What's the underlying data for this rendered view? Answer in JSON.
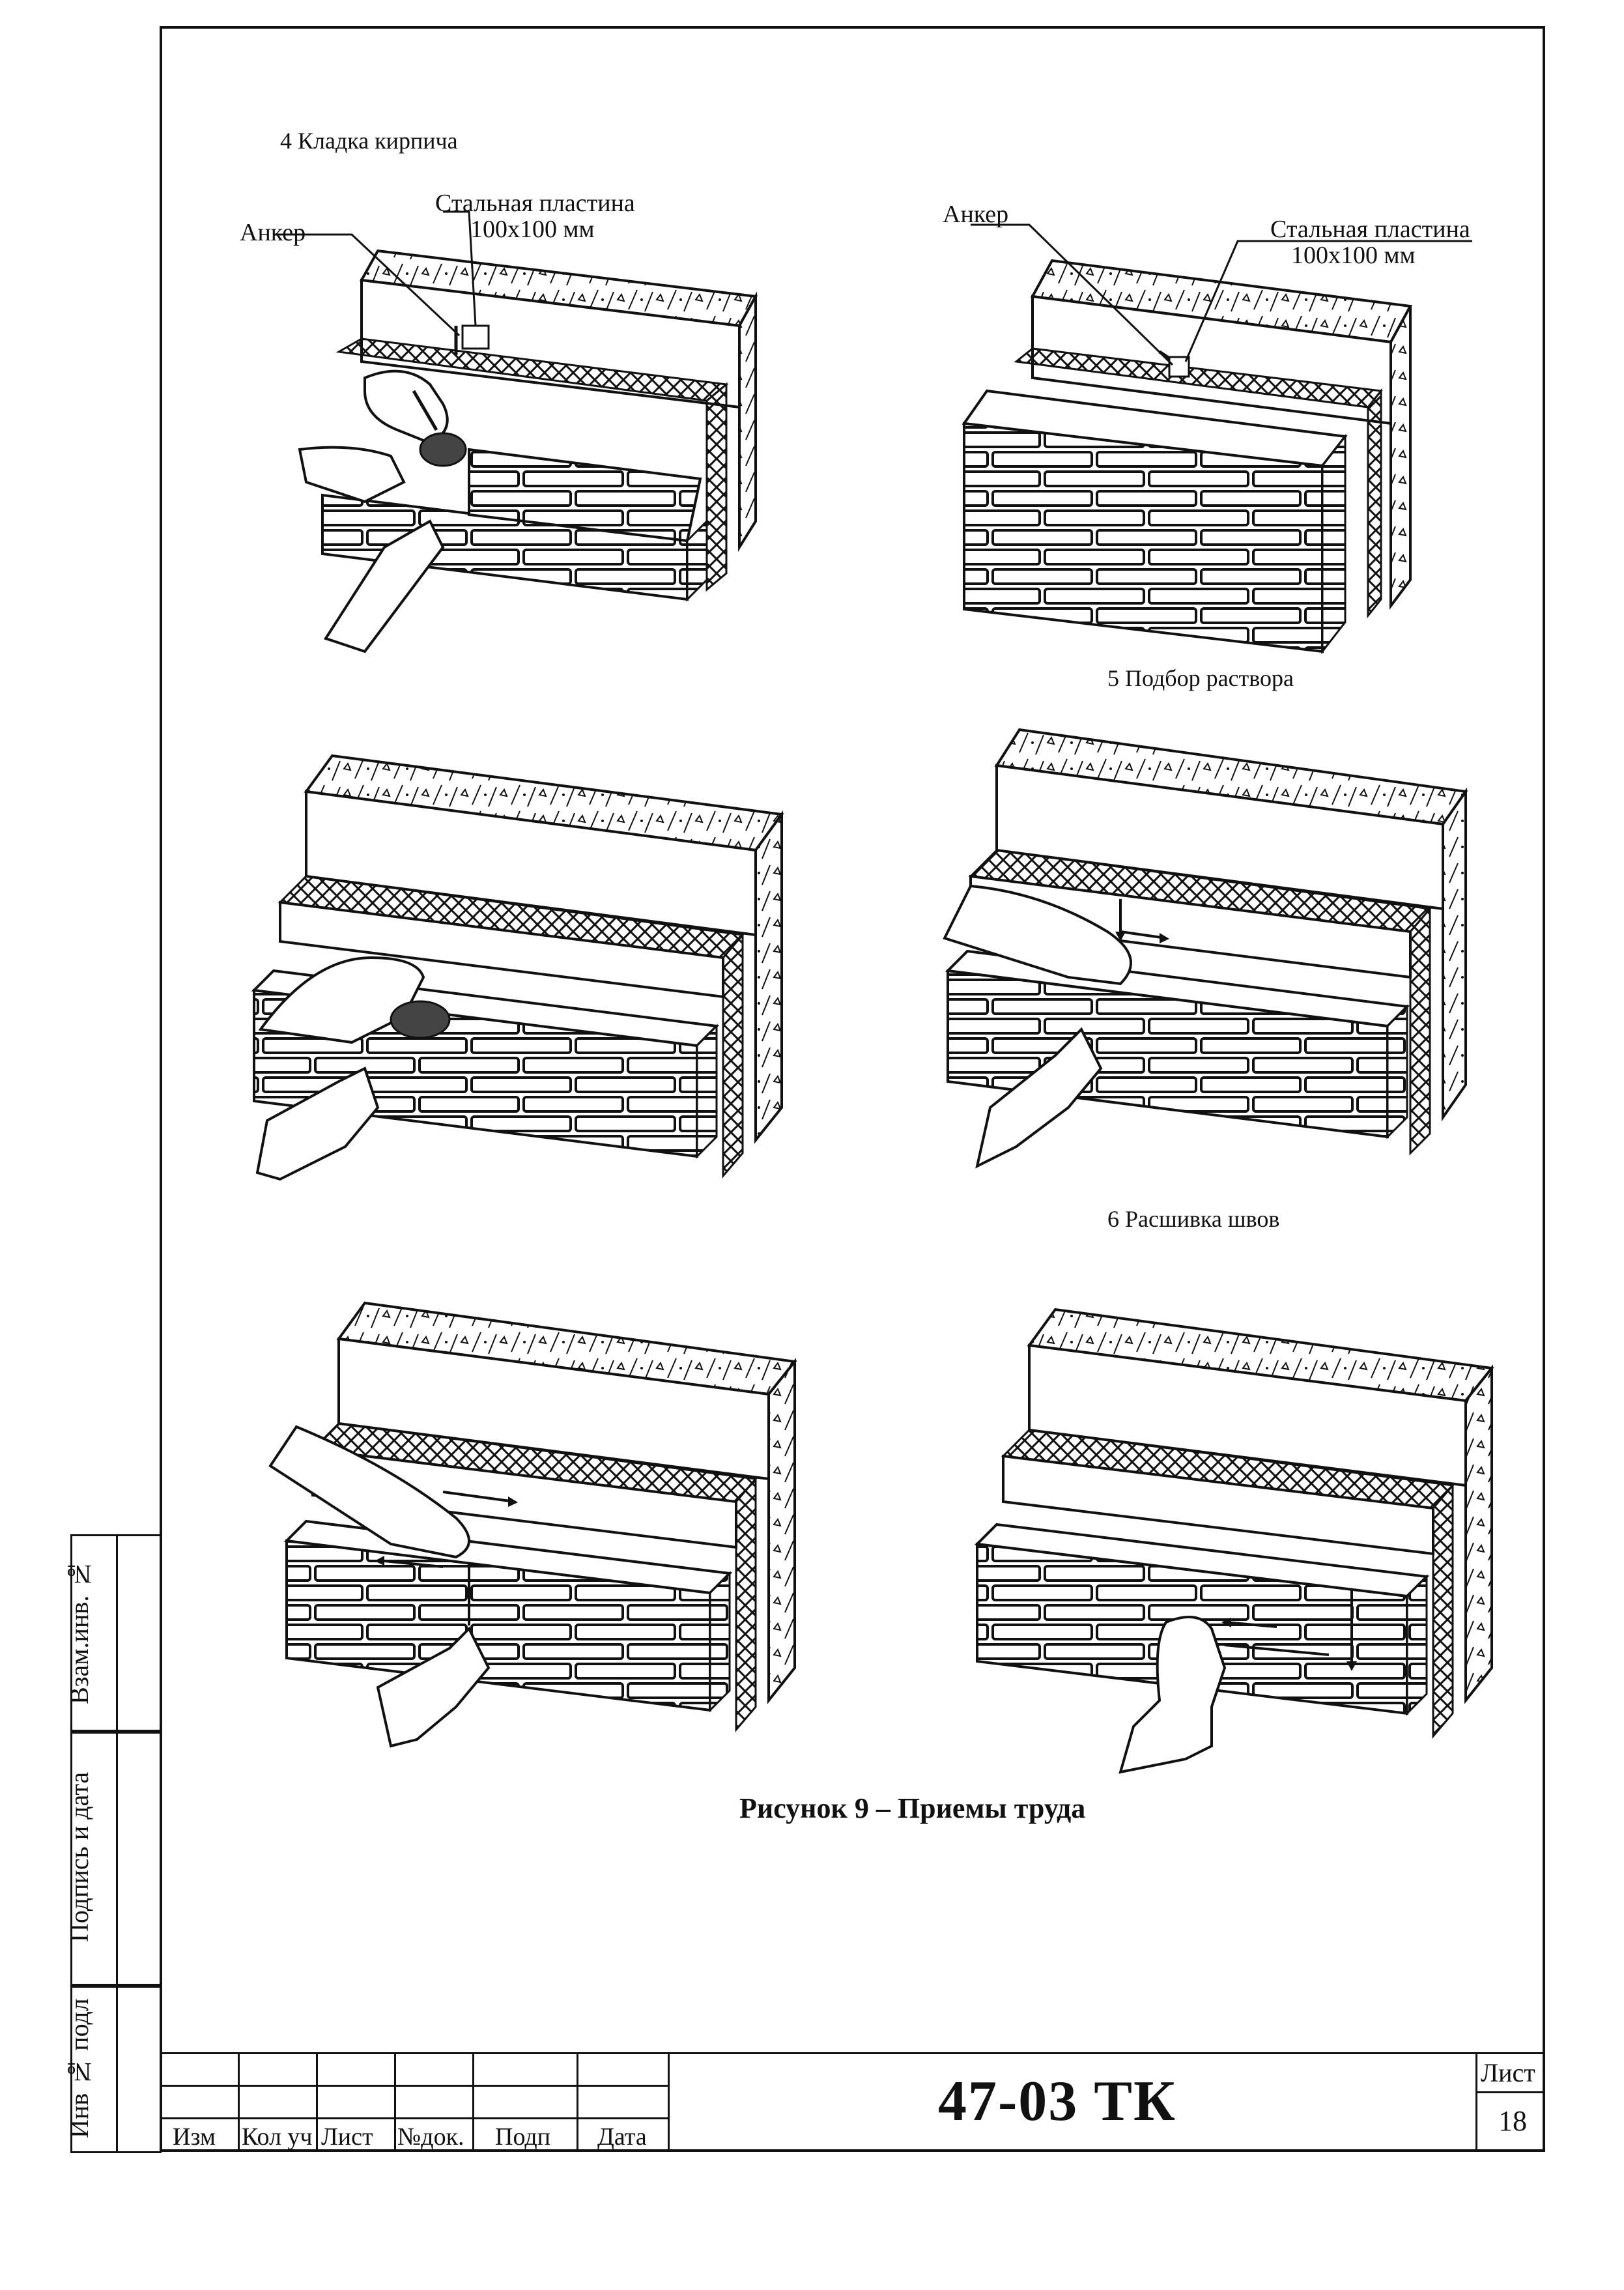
{
  "captions": {
    "step4": "4 Кладка кирпича",
    "step5": "5 Подбор раствора",
    "step6": "6 Расшивка швов"
  },
  "labels": {
    "anchor_left": "Анкер",
    "plate_left_line1": "Стальная пластина",
    "plate_left_line2": "100х100 мм",
    "anchor_right": "Анкер",
    "plate_right_line1": "Стальная пластина",
    "plate_right_line2": "100х100 мм"
  },
  "figure_title": "Рисунок 9 – Приемы труда",
  "side_stamp": {
    "inv_podl": "Инв № подл",
    "podpis": "Подпись и дата",
    "vzam": "Взам.инв. №"
  },
  "title_block": {
    "izm": "Изм",
    "kol_uch": "Кол уч",
    "list": "Лист",
    "ndok": "№док.",
    "podp": "Подп",
    "data": "Дата",
    "doc_code": "47-03 ТК",
    "sheet_label": "Лист",
    "sheet_number": "18"
  }
}
